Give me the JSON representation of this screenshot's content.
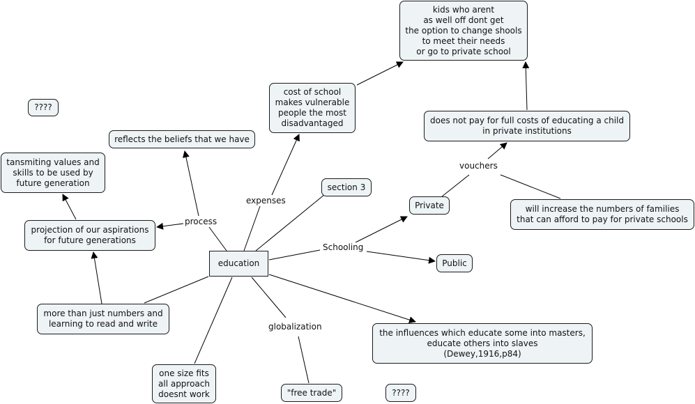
{
  "concept_map": {
    "nodes": {
      "kids": "kids who arent\nas well off dont get\nthe option to change shools\nto meet their needs\nor go to private school",
      "cost": "cost of school\nmakes vulnerable\npeople the most\ndisadvantaged",
      "doesnotpay": "does not pay for full costs of educating a child\nin private institutions",
      "q1": "????",
      "reflects": "reflects the beliefs that we have",
      "tansmiting": "tansmiting values and\nskills to be used by\nfuture generation",
      "section3": "section 3",
      "private": "Private",
      "willincrease": "will increase the numbers of families\nthat can afford to pay for private schools",
      "projection": "projection of our aspirations\nfor future generations",
      "education": "education",
      "public": "Public",
      "morethan": "more than just numbers and\nlearning to read and write",
      "influences": "the influences which educate some into masters,\neducate others into slaves\n(Dewey,1916,p84)",
      "onesize": "one size fits\nall approach\ndoesnt work",
      "freetrade": "\"free trade\"",
      "q2": "????"
    },
    "linking_phrases": {
      "vouchers": "vouchers",
      "process": "process",
      "expenses": "expenses",
      "schooling": "Schooling",
      "globalization": "globalization"
    }
  }
}
